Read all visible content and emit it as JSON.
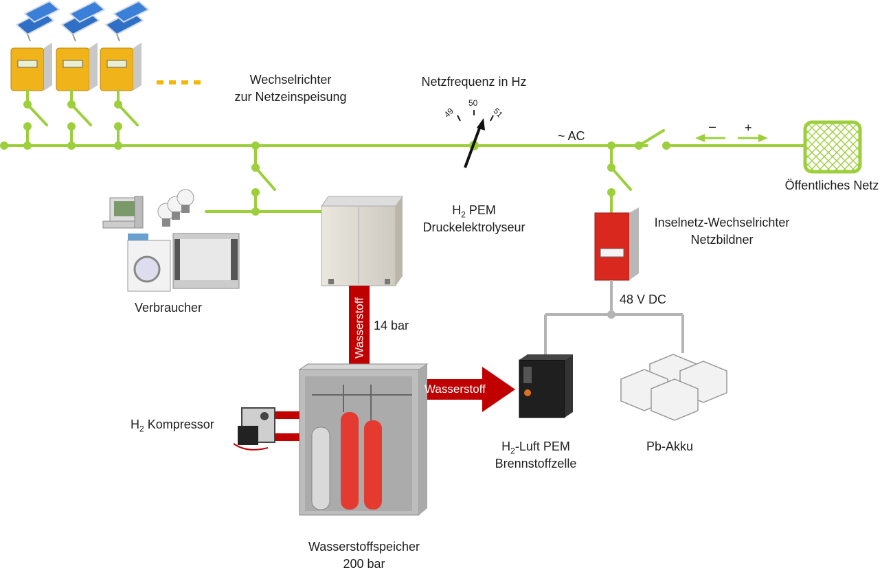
{
  "labels": {
    "inverters": [
      "Wechselrichter",
      "zur Netzeinspeisung"
    ],
    "frequency_title": "Netzfrequenz in Hz",
    "freq_ticks": [
      "49",
      "50",
      "51"
    ],
    "ac": "~ AC",
    "minus": "–",
    "plus": "+",
    "public_grid": "Öffentliches Netz",
    "electrolyzer_h": "H",
    "electrolyzer_sub": "2",
    "electrolyzer_rest": " PEM",
    "electrolyzer_line2": "Druckelektrolyseur",
    "island_inverter": [
      "Inselnetz-Wechselrichter",
      "Netzbildner"
    ],
    "consumer": "Verbraucher",
    "dc": "48 V DC",
    "pressure_low": "14 bar",
    "hydrogen_vertical": "Wasserstoff",
    "hydrogen_horizontal": "Wasserstoff",
    "compressor_h": "H",
    "compressor_sub": "2",
    "compressor_rest": " Kompressor",
    "fuelcell_h": "H",
    "fuelcell_sub": "2",
    "fuelcell_rest": "-Luft PEM",
    "fuelcell_line2": "Brennstoffzelle",
    "battery": "Pb-Akku",
    "storage": [
      "Wasserstoffspeicher",
      "200 bar"
    ]
  },
  "colors": {
    "bus": "#9ccf3b",
    "hydrogen": "#c00000",
    "dc_line": "#b4b4b4",
    "dots": "#f5b800"
  }
}
